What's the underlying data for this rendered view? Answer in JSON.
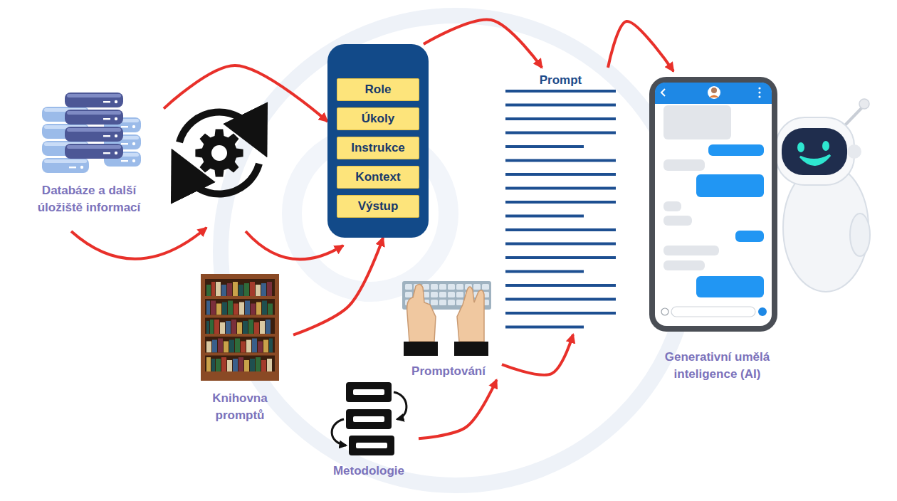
{
  "diagram": {
    "nodes": [
      {
        "text": [
          "Databáze a další úložiště informací"
        ]
      },
      {
        "text": []
      },
      {
        "text": [
          "Role"
        ],
        "in": 1
      },
      {
        "text": [
          "Úkoly"
        ],
        "in": 1
      },
      {
        "text": [
          "Instrukce"
        ],
        "in": 1
      },
      {
        "text": [
          "Kontext"
        ],
        "in": 1
      },
      {
        "text": [
          "Výstup"
        ],
        "in": 1
      },
      {
        "text": [
          "Knihovna promptů"
        ]
      },
      {
        "text": [
          "Promptování"
        ]
      },
      {
        "text": [
          "Metodologie"
        ]
      },
      {
        "text": [
          "Prompt"
        ]
      },
      {
        "text": [
          "Generativní umělá inteligence (AI)"
        ]
      }
    ],
    "edges": [
      {
        "from": 0,
        "to": 1,
        "arrow": "to"
      },
      {
        "from": 7,
        "to": 1,
        "arrow": "to"
      },
      {
        "from": 1,
        "to": 10,
        "arrow": "to"
      },
      {
        "from": 10,
        "to": 11,
        "arrow": "to"
      },
      {
        "from": 9,
        "to": 8,
        "arrow": "to"
      },
      {
        "from": 8,
        "to": 10,
        "arrow": "to"
      }
    ]
  }
}
